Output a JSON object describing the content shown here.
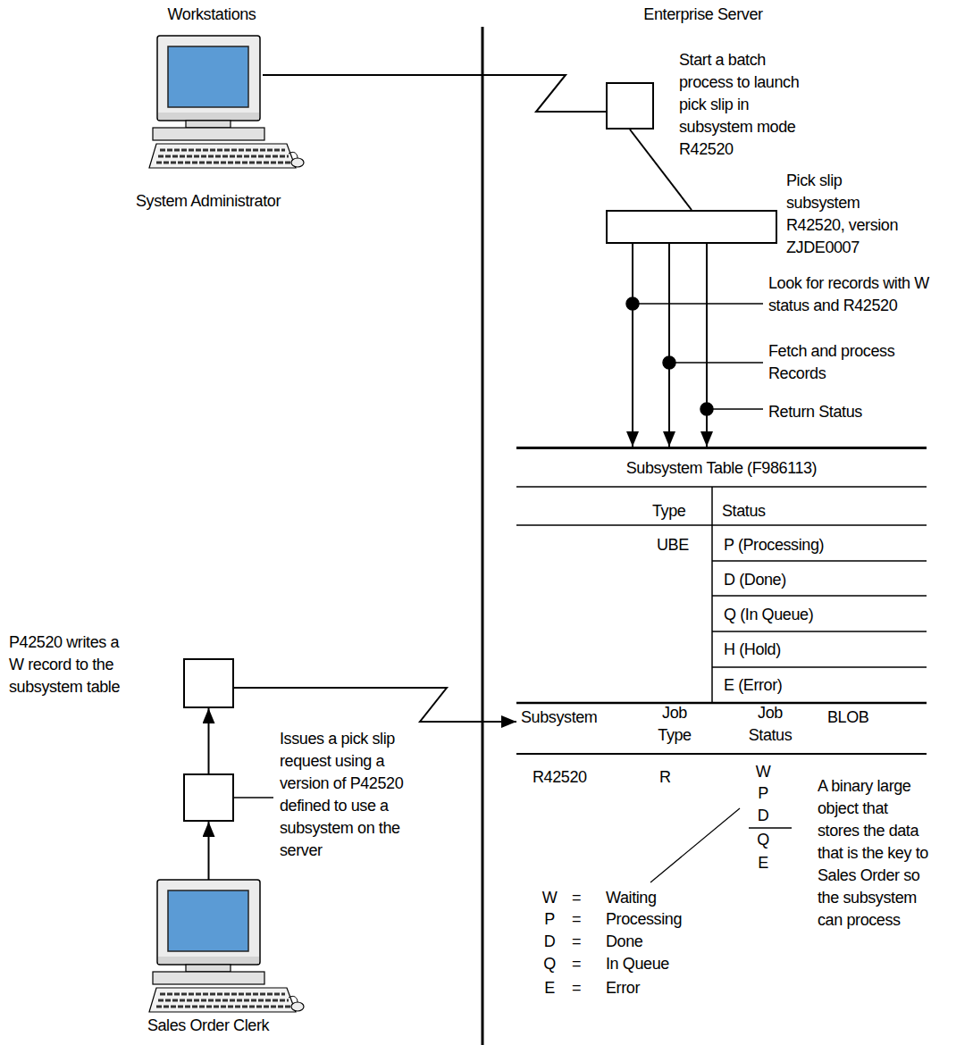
{
  "diagram": {
    "nodes": [
      {
        "text": [
          "System Administrator"
        ]
      },
      {
        "text": [
          "Start a batch process to launch pick slip in subsystem mode R42520"
        ]
      },
      {
        "text": [
          "Pick slip subsystem R42520, version ZJDE0007"
        ]
      },
      {
        "text": [
          "Subsystem Table (F986113)"
        ]
      },
      {
        "text": [
          "P42520 writes a W record to the subsystem table"
        ]
      },
      {
        "text": [
          "Issues a pick slip request using a version of P42520 defined to use a subsystem on the server"
        ]
      },
      {
        "text": [
          "Sales Order Clerk"
        ]
      }
    ],
    "edges": [
      {
        "from": 0,
        "to": 1,
        "arrow": "none"
      },
      {
        "from": 1,
        "to": 2,
        "arrow": "none"
      },
      {
        "from": 2,
        "to": 3,
        "arrow": "to"
      },
      {
        "from": 2,
        "to": 3,
        "arrow": "to"
      },
      {
        "from": 2,
        "to": 3,
        "arrow": "to"
      },
      {
        "from": 6,
        "to": 5,
        "arrow": "to"
      },
      {
        "from": 5,
        "to": 4,
        "arrow": "to"
      },
      {
        "from": 4,
        "to": 3,
        "arrow": "to"
      }
    ],
    "labels": [
      "Workstations",
      "Enterprise Server",
      "Look for records with W status and R42520",
      "Fetch and process Records",
      "Return Status",
      "Type",
      "Status",
      "UBE",
      "P (Processing)",
      "D (Done)",
      "Q (In Queue)",
      "H (Hold)",
      "E (Error)",
      "Subsystem",
      "Job Type",
      "Job Status",
      "BLOB",
      "R42520",
      "R",
      "W",
      "P",
      "D",
      "Q",
      "E",
      "A binary large object that stores the data that is the key to Sales Order so the subsystem can process",
      "W",
      "=",
      "Waiting",
      "P",
      "=",
      "Processing",
      "D",
      "=",
      "Done",
      "Q",
      "=",
      "In Queue",
      "E",
      "=",
      "Error"
    ]
  }
}
